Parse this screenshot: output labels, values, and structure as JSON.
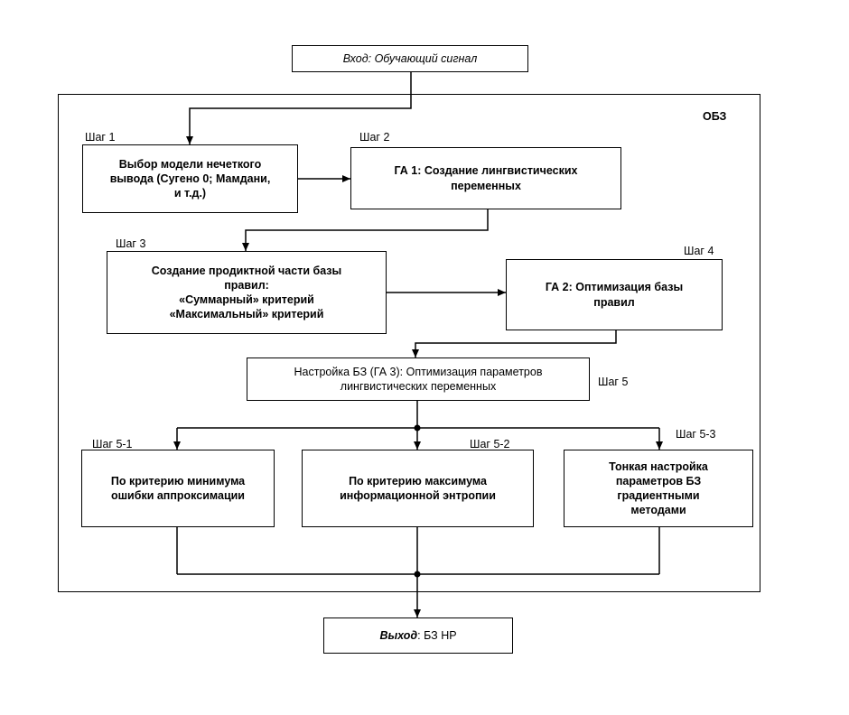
{
  "input": {
    "label_em": "Вход:",
    "label_rest": " Обучающий сигнал"
  },
  "output": {
    "label_em": "Выход",
    "label_rest": ": БЗ НР"
  },
  "frame_label": "ОБЗ",
  "steps": {
    "s1": {
      "label": "Шаг 1",
      "text": "Выбор модели нечеткого\nвывода (Сугено 0; Мамдани,\nи т.д.)"
    },
    "s2": {
      "label": "Шаг 2",
      "text": "ГА 1: Создание лингвистических\nпеременных"
    },
    "s3": {
      "label": "Шаг 3",
      "text": "Создание продиктной части базы\nправил:\n«Суммарный» критерий\n«Максимальный» критерий"
    },
    "s4": {
      "label": "Шаг 4",
      "text": "ГА 2: Оптимизация базы\nправил"
    },
    "s5": {
      "label": "Шаг 5",
      "text": "Настройка БЗ (ГА 3): Оптимизация параметров\nлингвистических переменных"
    },
    "s51": {
      "label": "Шаг 5-1",
      "text": "По критерию минимума\nошибки аппроксимации"
    },
    "s52": {
      "label": "Шаг 5-2",
      "text": "По критерию максимума\nинформационной энтропии"
    },
    "s53": {
      "label": "Шаг 5-3",
      "text": "Тонкая настройка\nпараметров БЗ\nградиентными\nметодами"
    }
  }
}
